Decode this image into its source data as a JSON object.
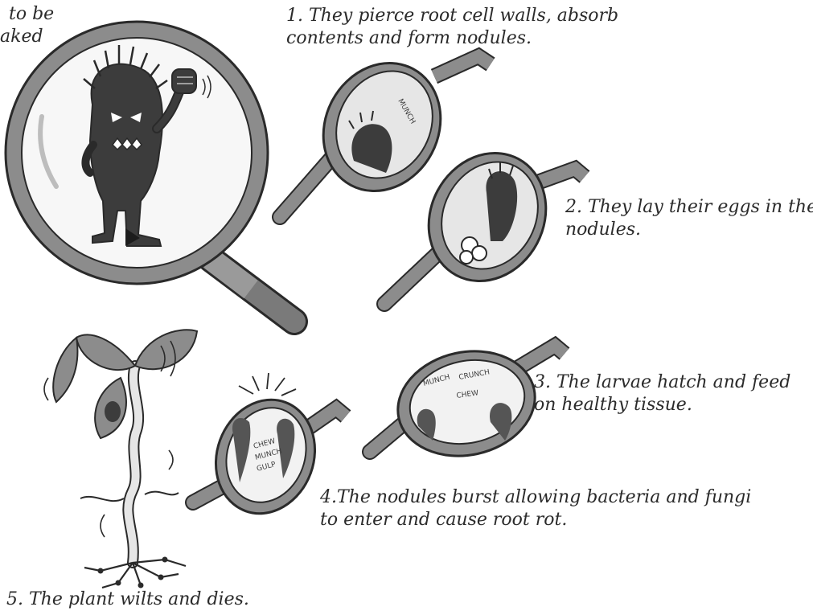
{
  "intro_caption": {
    "lines": [
      "to be",
      "aked"
    ]
  },
  "steps": [
    {
      "id": 1,
      "lines": [
        "1. They pierce root cell walls, absorb",
        "contents and form nodules."
      ]
    },
    {
      "id": 2,
      "lines": [
        "2. They lay their eggs in the",
        "nodules."
      ]
    },
    {
      "id": 3,
      "lines": [
        "3. The larvae hatch and feed",
        "on healthy tissue."
      ]
    },
    {
      "id": 4,
      "lines": [
        "4.The nodules burst allowing bacteria and fungi",
        "to enter and cause root rot."
      ]
    },
    {
      "id": 5,
      "lines": [
        "5. The plant wilts and dies."
      ]
    }
  ],
  "nodule_labels": {
    "step1": "MUNCH",
    "step3": [
      "MUNCH",
      "CRUNCH",
      "CHEW"
    ],
    "step4": [
      "CHEW",
      "MUNCH",
      "GULP"
    ]
  },
  "colors": {
    "outline": "#2a2a2a",
    "gray_fill": "#8c8c8c",
    "light_fill": "#e6e6e6",
    "dark_fill": "#3c3c3c",
    "lens_fill": "#f7f7f7",
    "text": "#2b2b2b"
  },
  "icons": [
    "magnifying-glass",
    "nematode-character",
    "root-nodule",
    "wilting-plant"
  ]
}
